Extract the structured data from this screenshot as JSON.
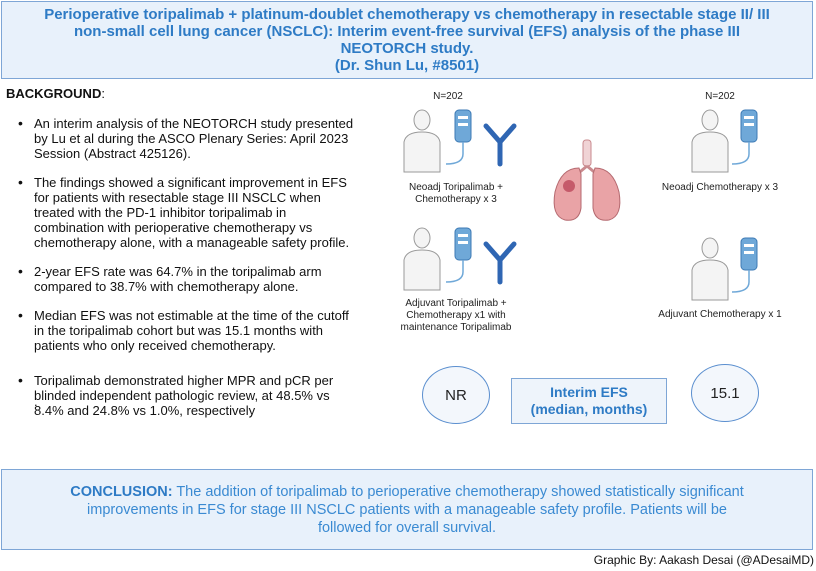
{
  "header": {
    "title": "Perioperative toripalimab + platinum-doublet chemotherapy vs chemotherapy in resectable stage II/ III non-small cell lung cancer (NSCLC): Interim event-free survival (EFS) analysis of the phase III NEOTORCH study.",
    "author": "(Dr. Shun Lu, #8501)"
  },
  "background": {
    "heading": "BACKGROUND",
    "colon": ":",
    "bullets": [
      "An interim analysis of the NEOTORCH study presented by Lu et al during the ASCO Plenary Series: April 2023 Session (Abstract 425126).",
      "The findings showed a significant improvement in EFS for patients with resectable stage III NSCLC when treated with the PD-1 inhibitor toripalimab in combination with perioperative chemotherapy vs chemotherapy alone, with a manageable safety profile.",
      "2-year EFS rate was 64.7% in the toripalimab arm compared to 38.7% with chemotherapy alone.",
      "Median EFS was not estimable at the time of the cutoff in the toripalimab cohort but was 15.1 months with patients who only received chemotherapy."
    ],
    "dot": ".",
    "last_bullet": "Toripalimab demonstrated higher MPR and pCR per blinded independent pathologic review, at 48.5% vs 8.4% and 24.8% vs 1.0%, respectively"
  },
  "diagram": {
    "left_n": "N=202",
    "right_n": "N=202",
    "left_neoadj": "Neoadj Toripalimab + Chemotherapy x 3",
    "right_neoadj": "Neoadj  Chemotherapy x 3",
    "left_adjuvant": "Adjuvant Toripalimab + Chemotherapy x1 with maintenance Toripalimab",
    "right_adjuvant": "Adjuvant Chemotherapy x 1",
    "left_result": "NR",
    "right_result": "15.1",
    "efs_line1": "Interim EFS",
    "efs_line2": "(median, months)"
  },
  "conclusion": {
    "label": "CONCLUSION:",
    "text": " The addition of toripalimab to perioperative chemotherapy showed statistically significant improvements in EFS for stage III NSCLC patients with a manageable safety profile. Patients will be followed for overall survival."
  },
  "credit": "Graphic By: Aakash Desai (@ADesaiMD)",
  "colors": {
    "accent": "#2e7bc5",
    "panel": "#e8f1fb",
    "border": "#7ea6d6",
    "iv_bag": "#6fa8d8",
    "antibody": "#2f66b3",
    "lung": "#e9a3a6"
  },
  "icons": [
    "patient-figure-icon",
    "iv-bag-icon",
    "antibody-icon",
    "lungs-icon"
  ]
}
